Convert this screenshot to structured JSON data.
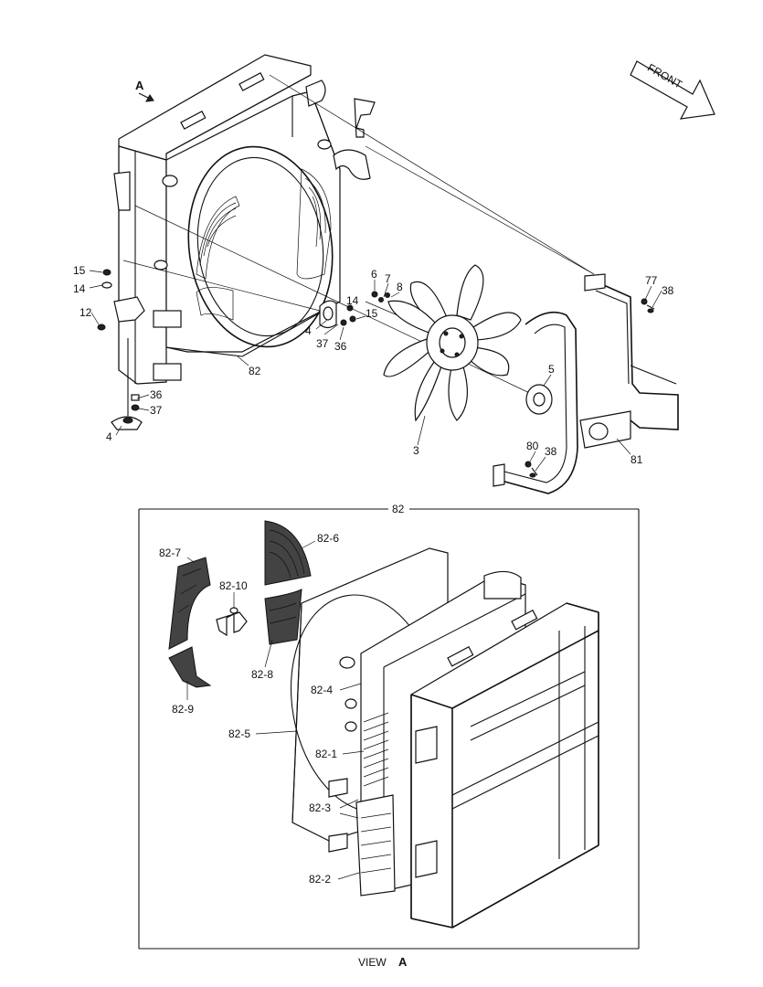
{
  "direction_label": "FRONT",
  "view_marker": "A",
  "view_caption": {
    "prefix": "VIEW",
    "letter": "A"
  },
  "detail_box_label": "82",
  "upper_labels": [
    {
      "id": "15a",
      "text": "15"
    },
    {
      "id": "14a",
      "text": "14"
    },
    {
      "id": "12",
      "text": "12"
    },
    {
      "id": "36a",
      "text": "36"
    },
    {
      "id": "37a",
      "text": "37"
    },
    {
      "id": "4a",
      "text": "4"
    },
    {
      "id": "82",
      "text": "82"
    },
    {
      "id": "6",
      "text": "6"
    },
    {
      "id": "7",
      "text": "7"
    },
    {
      "id": "8",
      "text": "8"
    },
    {
      "id": "14b",
      "text": "14"
    },
    {
      "id": "15b",
      "text": "15"
    },
    {
      "id": "4b",
      "text": "4"
    },
    {
      "id": "37b",
      "text": "37"
    },
    {
      "id": "36b",
      "text": "36"
    },
    {
      "id": "77",
      "text": "77"
    },
    {
      "id": "38a",
      "text": "38"
    },
    {
      "id": "5",
      "text": "5"
    },
    {
      "id": "3",
      "text": "3"
    },
    {
      "id": "80",
      "text": "80"
    },
    {
      "id": "38b",
      "text": "38"
    },
    {
      "id": "81",
      "text": "81"
    }
  ],
  "detail_labels": [
    {
      "id": "82-7",
      "text": "82-7"
    },
    {
      "id": "82-6",
      "text": "82-6"
    },
    {
      "id": "82-10",
      "text": "82-10"
    },
    {
      "id": "82-8",
      "text": "82-8"
    },
    {
      "id": "82-9",
      "text": "82-9"
    },
    {
      "id": "82-4",
      "text": "82-4"
    },
    {
      "id": "82-5",
      "text": "82-5"
    },
    {
      "id": "82-1",
      "text": "82-1"
    },
    {
      "id": "82-3",
      "text": "82-3"
    },
    {
      "id": "82-2",
      "text": "82-2"
    }
  ]
}
